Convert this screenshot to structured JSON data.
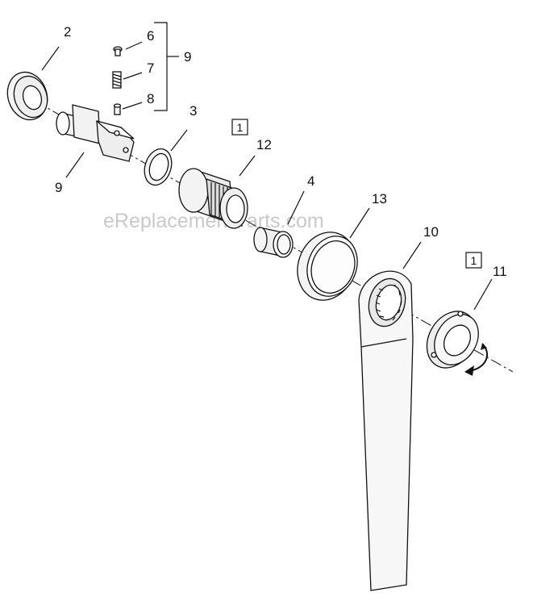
{
  "watermark": "eReplacementParts.com",
  "callouts": {
    "c2": "2",
    "c3": "3",
    "c4": "4",
    "c6": "6",
    "c7": "7",
    "c8": "8",
    "c9_bracket": "9",
    "c9_shaft": "9",
    "c10": "10",
    "c11": "11",
    "c12": "12",
    "c13": "13"
  },
  "notes": {
    "box_12": "1",
    "box_11": "1"
  }
}
